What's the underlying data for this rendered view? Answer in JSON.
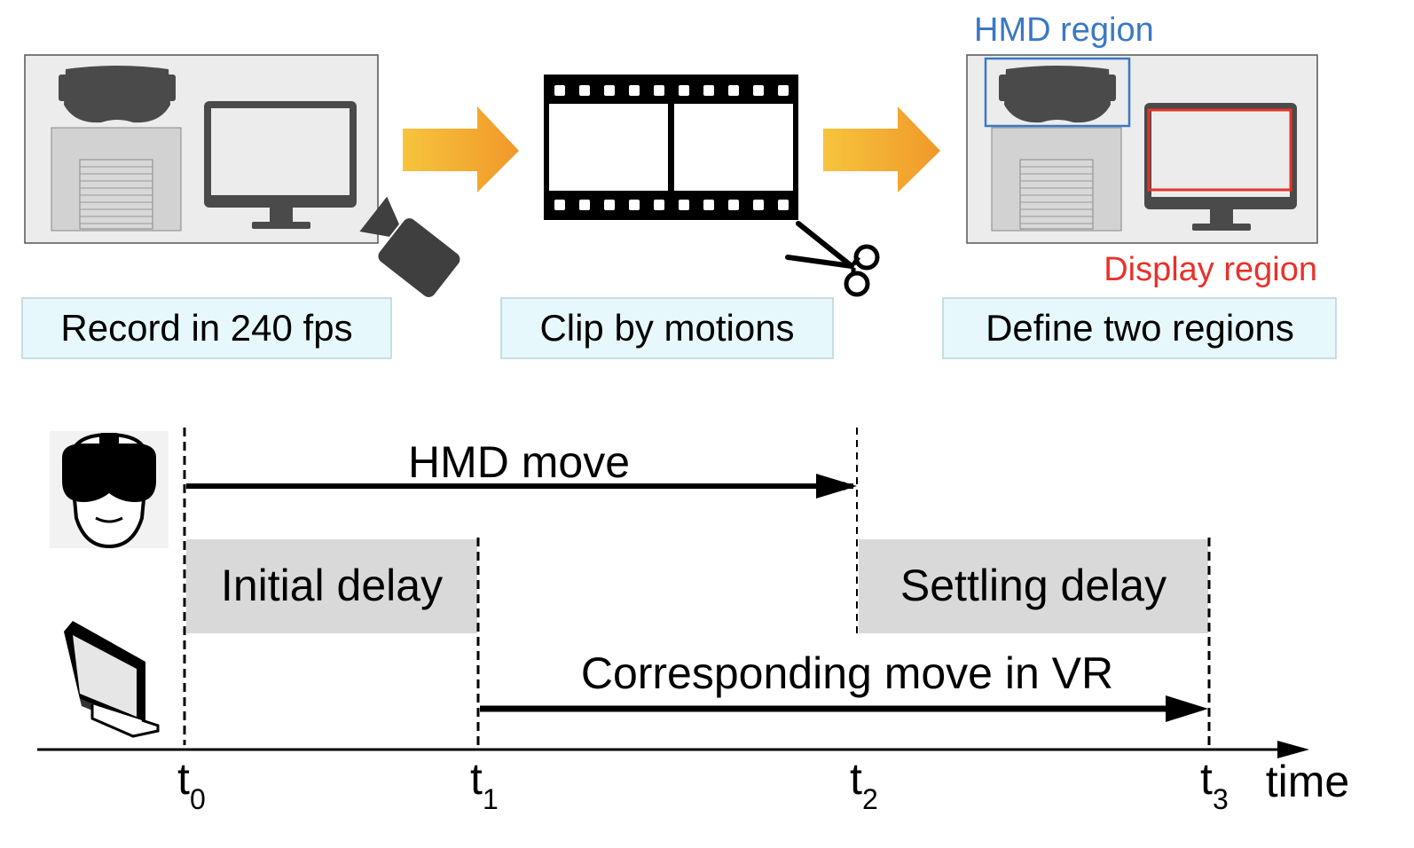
{
  "steps": [
    {
      "label": "Record in 240 fps"
    },
    {
      "label": "Clip by motions"
    },
    {
      "label": "Define two regions"
    }
  ],
  "regions": {
    "hmd_label": "HMD region",
    "display_label": "Display region",
    "hmd_color": "#3a78c4",
    "display_color": "#e8322a"
  },
  "colors": {
    "arrow": "#f2a52a",
    "label_box": "#e6f8fb",
    "delay_band": "#d9d9d9"
  },
  "timeline": {
    "ticks": [
      {
        "main": "t",
        "sub": "0"
      },
      {
        "main": "t",
        "sub": "1"
      },
      {
        "main": "t",
        "sub": "2"
      },
      {
        "main": "t",
        "sub": "3"
      }
    ],
    "axis_label": "time",
    "hmd_move": "HMD move",
    "vr_move": "Corresponding move in VR",
    "initial_delay": "Initial delay",
    "settling_delay": "Settling delay"
  },
  "icons": [
    "vr-headset-icon",
    "monitor-icon",
    "camera-icon",
    "film-strip-icon",
    "scissors-icon",
    "head-with-headset-icon",
    "display-icon"
  ]
}
